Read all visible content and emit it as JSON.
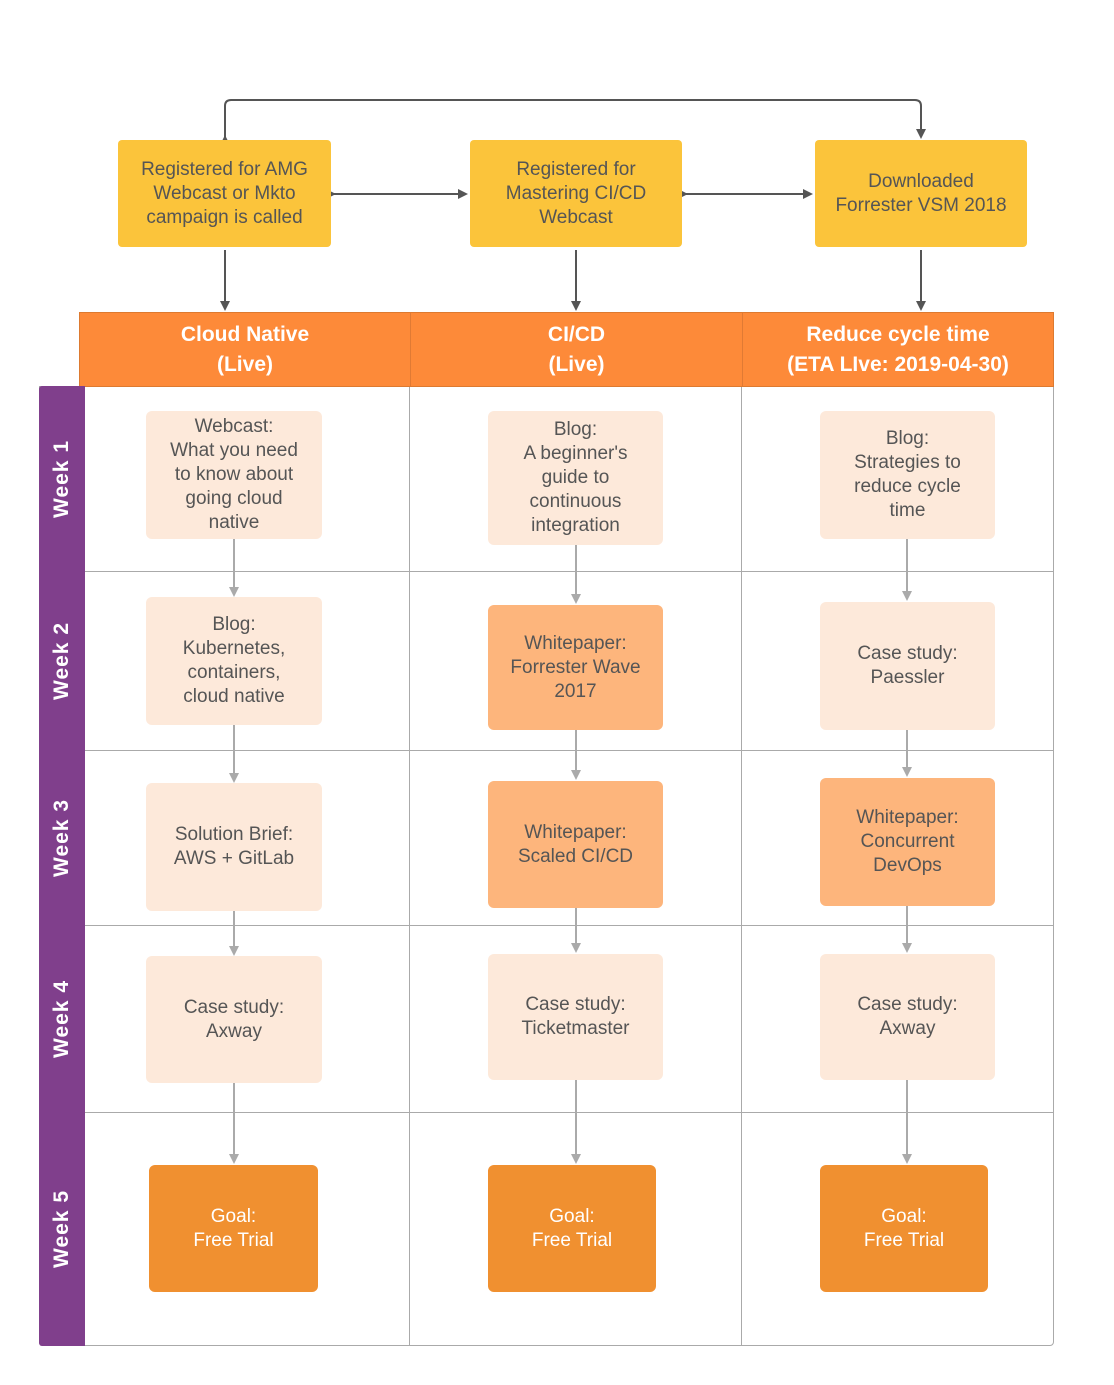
{
  "triggers": [
    "Registered for AMG\nWebcast or Mkto\ncampaign is called",
    "Registered for\nMastering CI/CD\nWebcast",
    "Downloaded\nForrester VSM 2018"
  ],
  "columns": [
    "Cloud Native\n(Live)",
    "CI/CD\n(Live)",
    "Reduce cycle time\n(ETA LIve: 2019-04-30)"
  ],
  "weeks": [
    "Week  1",
    "Week  2",
    "Week  3",
    "Week  4",
    "Week  5"
  ],
  "cells": {
    "cloud_native": [
      "Webcast:\nWhat you need\nto know about\ngoing cloud\nnative",
      "Blog:\nKubernetes,\ncontainers,\ncloud native",
      "Solution Brief:\nAWS + GitLab",
      "Case study:\nAxway",
      "Goal:\nFree Trial"
    ],
    "cicd": [
      "Blog:\nA beginner's\nguide to\ncontinuous\nintegration",
      "Whitepaper:\nForrester Wave\n2017",
      "Whitepaper:\nScaled CI/CD",
      "Case study:\nTicketmaster",
      "Goal:\nFree Trial"
    ],
    "cycle_time": [
      "Blog:\nStrategies to\nreduce cycle\ntime",
      "Case study:\nPaessler",
      "Whitepaper:\nConcurrent\nDevOps",
      "Case study:\nAxway",
      "Goal:\nFree Trial"
    ]
  },
  "colors": {
    "trigger": "#fbc43b",
    "header": "#fd8a39",
    "lane": "#803f8c",
    "light_box": "#fde9da",
    "mid_box": "#fdb57c",
    "goal_box": "#f09030"
  }
}
